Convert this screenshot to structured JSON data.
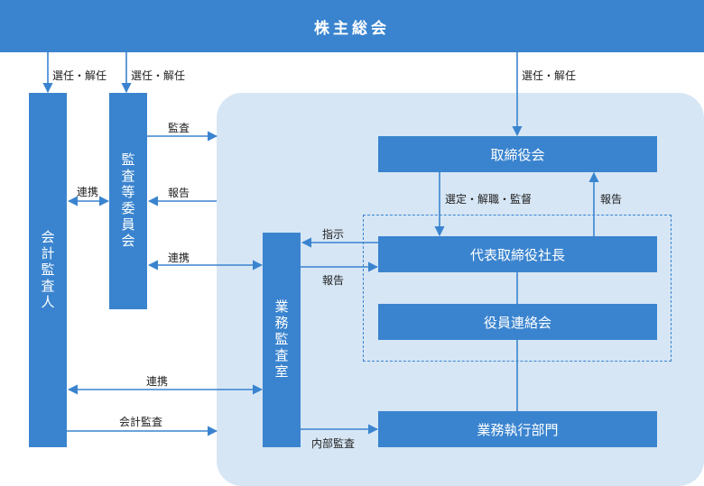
{
  "top": {
    "title": "株主総会"
  },
  "boxes": {
    "auditor": "会計監査人",
    "audit_committee": "監査等委員会",
    "board": "取締役会",
    "president": "代表取締役社長",
    "officers_meeting": "役員連絡会",
    "internal_audit": "業務監査室",
    "execution": "業務執行部門"
  },
  "labels": {
    "elect1": "選任・解任",
    "elect2": "選任・解任",
    "elect3": "選任・解任",
    "audit": "監査",
    "report1": "報告",
    "coop1": "連携",
    "coop2": "連携",
    "coop3": "連携",
    "accounting_audit": "会計監査",
    "select_supervise": "選定・解職・監督",
    "report2": "報告",
    "instruct": "指示",
    "report3": "報告",
    "internal_audit_label": "内部監査"
  },
  "colors": {
    "accent": "#3a84cf",
    "background_region": "#d6e6f5",
    "header": "#3a84cf"
  }
}
